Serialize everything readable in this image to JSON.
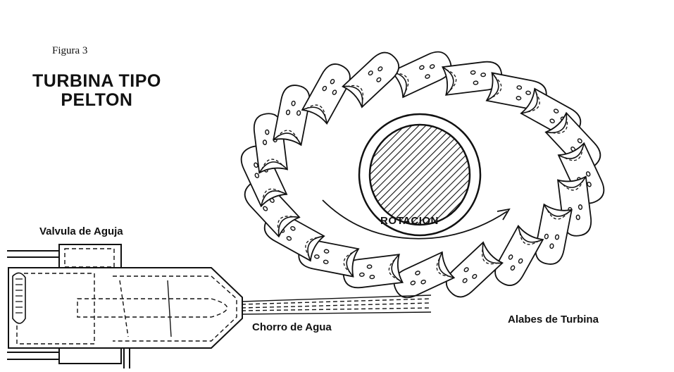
{
  "figure_label": "Figura 3",
  "title": {
    "line1": "TURBINA TIPO",
    "line2": "PELTON"
  },
  "labels": {
    "needle_valve": "Valvula de Aguja",
    "water_jet": "Chorro de Agua",
    "turbine_buckets": "Alabes de Turbina",
    "rotation": "ROTACION"
  },
  "wheel": {
    "bucket_count": 20
  },
  "colors": {
    "ink": "#111111",
    "background": "#ffffff"
  }
}
